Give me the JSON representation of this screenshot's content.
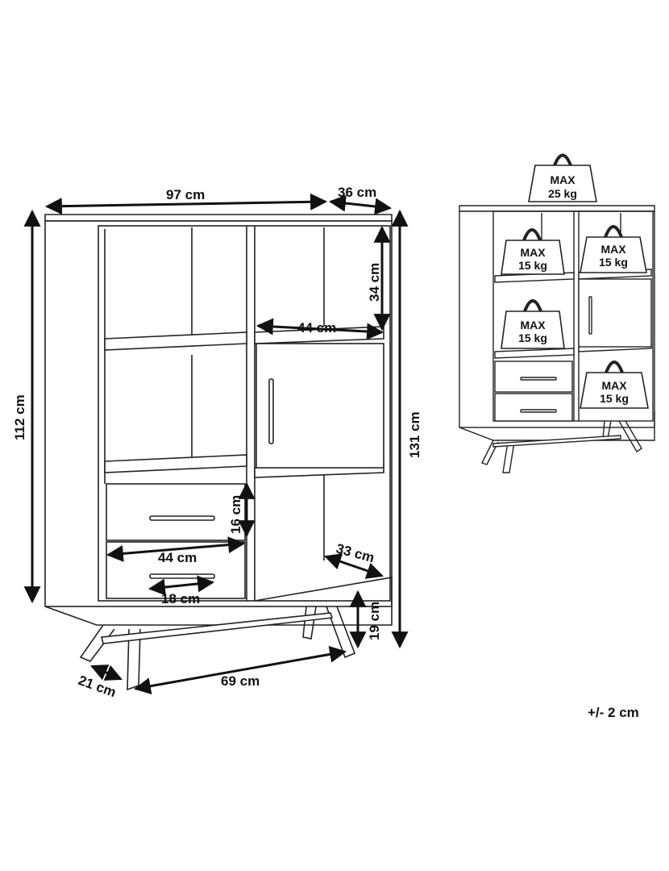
{
  "dimensions": {
    "width": "97 cm",
    "depth": "36 cm",
    "body_height": "112 cm",
    "total_height": "131 cm",
    "compartment_height": "34 cm",
    "door_width": "44 cm",
    "drawer_height": "16 cm",
    "drawer_width": "44 cm",
    "handle_width": "18 cm",
    "inner_depth": "33 cm",
    "leg_height": "19 cm",
    "leg_span": "69 cm",
    "leg_depth": "21 cm"
  },
  "load_limits": {
    "top": {
      "label": "MAX",
      "value": "25 kg"
    },
    "top_left_shelf": {
      "label": "MAX",
      "value": "15 kg"
    },
    "top_right_shelf": {
      "label": "MAX",
      "value": "15 kg"
    },
    "middle_left_shelf": {
      "label": "MAX",
      "value": "15 kg"
    },
    "bottom_right_shelf": {
      "label": "MAX",
      "value": "15 kg"
    }
  },
  "tolerance": "+/- 2 cm"
}
